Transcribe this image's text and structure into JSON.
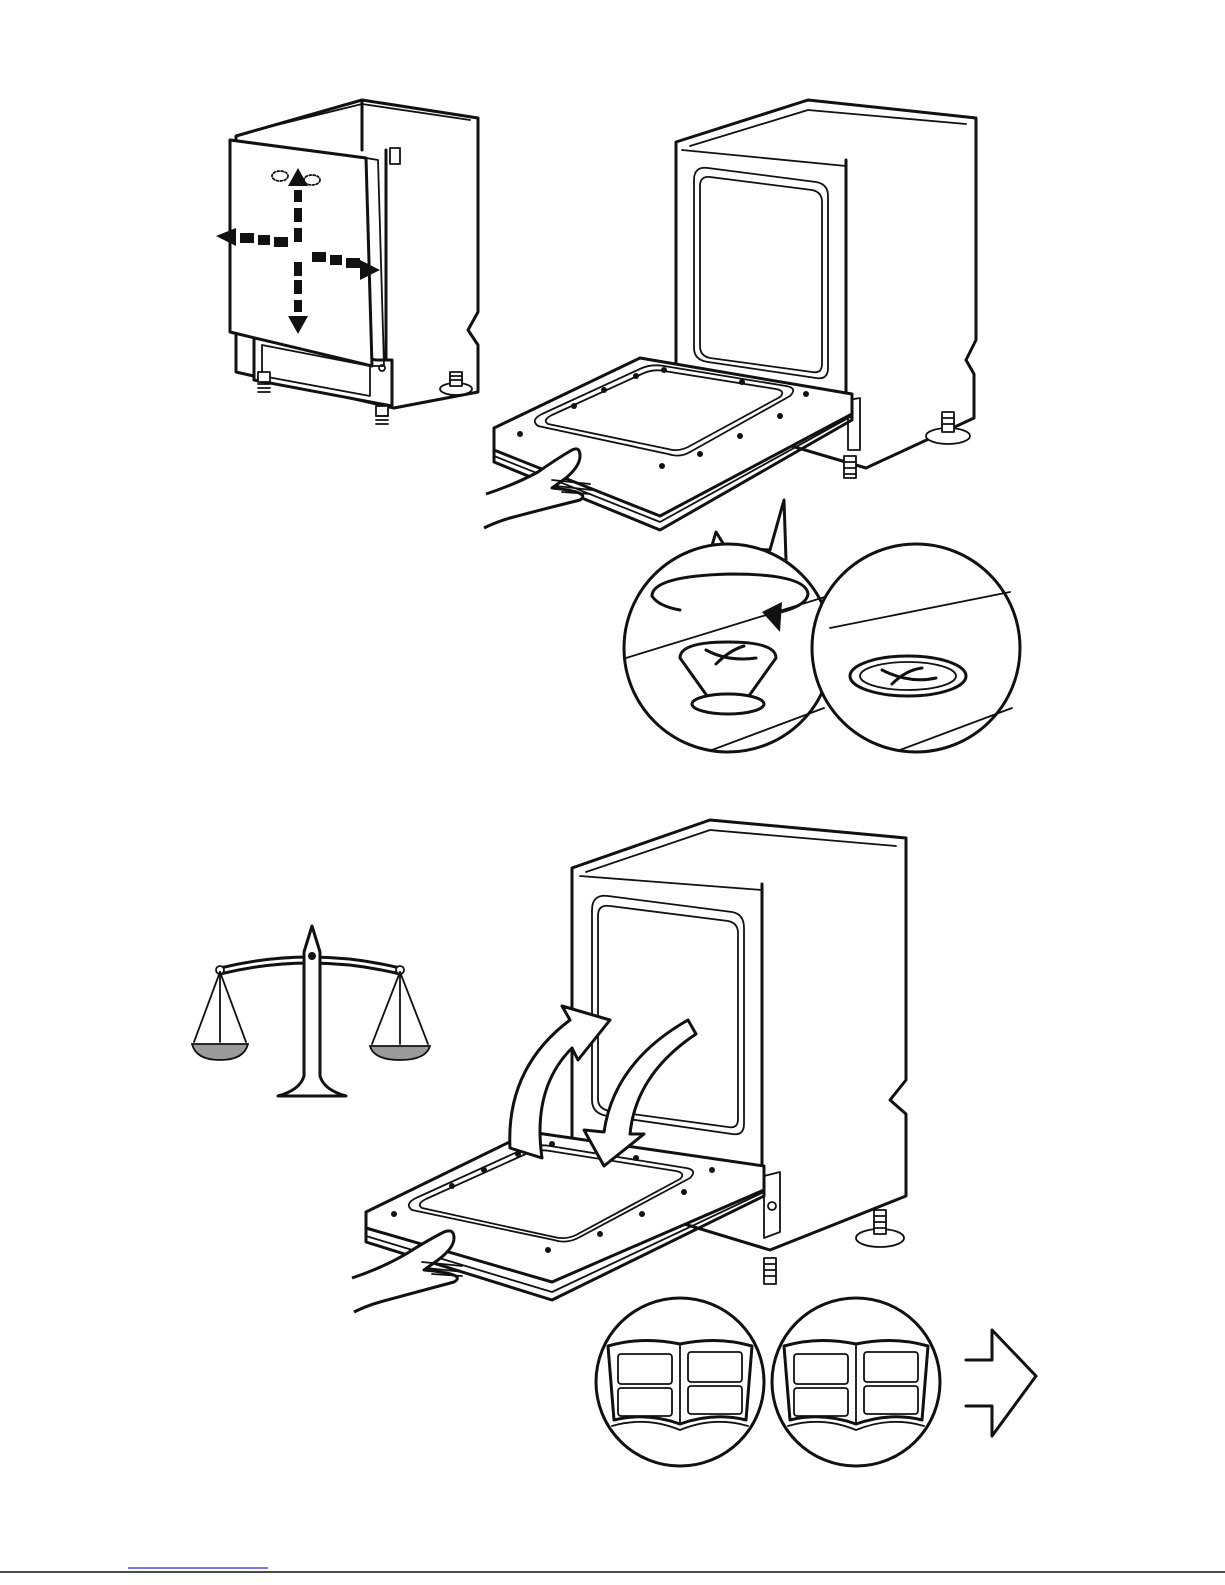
{
  "figures": [
    {
      "name": "door-panel-adjustment",
      "icon": "four-way-arrows"
    },
    {
      "name": "door-open-hand"
    },
    {
      "name": "screw-rotation-detail",
      "icon": "rotate-arrow-icon"
    },
    {
      "name": "screw-flush-detail"
    },
    {
      "name": "balance-scale",
      "icon": "scale-icon"
    },
    {
      "name": "door-hinge-balance",
      "icon": "swing-arrows"
    },
    {
      "name": "manual-reference",
      "icon": "book-icon"
    },
    {
      "name": "next-step",
      "icon": "arrow-right-icon"
    }
  ],
  "colors": {
    "line": "#111111",
    "shade": "#9a9a9a",
    "background": "#ffffff"
  }
}
